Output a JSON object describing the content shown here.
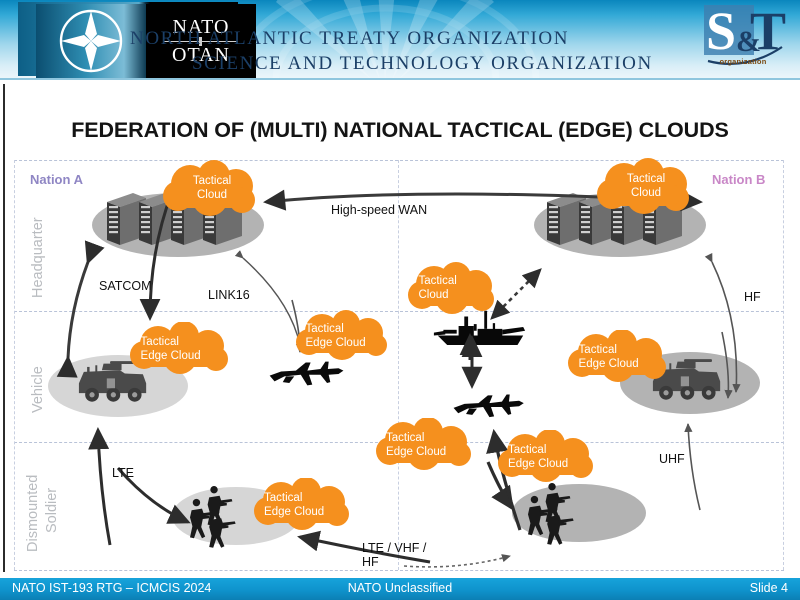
{
  "header": {
    "nato_line1": "NATO",
    "nato_line2": "OTAN",
    "title_line1": "NORTH ATLANTIC TREATY ORGANIZATION",
    "title_line2": "SCIENCE AND TECHNOLOGY ORGANIZATION",
    "st_logo_text": "S&T",
    "st_logo_sub": "organization",
    "brand_blue": "#0a86bd",
    "brand_navy": "#1b3f67"
  },
  "slide": {
    "title": "FEDERATION OF (MULTI) NATIONAL TACTICAL (EDGE) CLOUDS",
    "accent_orange": "#F5901E",
    "oval_gray": "#b3b3b3"
  },
  "rows": [
    {
      "label": "Headquarter"
    },
    {
      "label": "Vehicle"
    },
    {
      "label": "Dismounted",
      "label2": "Soldier"
    }
  ],
  "nations": [
    {
      "name": "Nation A",
      "color": "#8f86c4"
    },
    {
      "name": "Nation B",
      "color": "#c987c7"
    }
  ],
  "clouds": [
    {
      "id": "tc-nation-a",
      "line1": "Tactical",
      "line2": "Cloud"
    },
    {
      "id": "tc-nation-b",
      "line1": "Tactical",
      "line2": "Cloud"
    },
    {
      "id": "tc-ship",
      "line1": "Tactical",
      "line2": "Cloud"
    },
    {
      "id": "tec-vehicle-a",
      "line1": "Tactical",
      "line2": "Edge Cloud"
    },
    {
      "id": "tec-jet-a",
      "line1": "Tactical",
      "line2": "Edge Cloud"
    },
    {
      "id": "tec-vehicle-b",
      "line1": "Tactical",
      "line2": "Edge Cloud"
    },
    {
      "id": "tec-jet-b",
      "line1": "Tactical",
      "line2": "Edge Cloud"
    },
    {
      "id": "tec-soldiers-b",
      "line1": "Tactical",
      "line2": "Edge Cloud"
    },
    {
      "id": "tec-soldiers-a",
      "line1": "Tactical",
      "line2": "Edge Cloud"
    }
  ],
  "links": [
    {
      "id": "wan",
      "label": "High-speed WAN"
    },
    {
      "id": "satcom",
      "label": "SATCOM"
    },
    {
      "id": "link16",
      "label": "LINK16"
    },
    {
      "id": "hf",
      "label": "HF"
    },
    {
      "id": "lte",
      "label": "LTE"
    },
    {
      "id": "uhf",
      "label": "UHF"
    },
    {
      "id": "lte-vhf-hf",
      "label": "LTE / VHF / HF"
    }
  ],
  "footer": {
    "left": "NATO IST-193 RTG – ICMCIS 2024",
    "center": "NATO Unclassified",
    "right": "Slide 4"
  }
}
